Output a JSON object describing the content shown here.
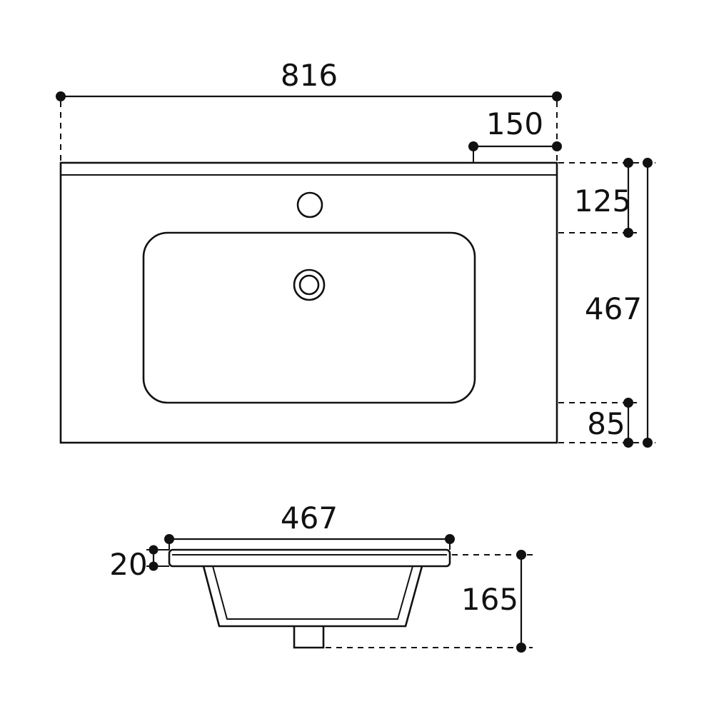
{
  "drawing": {
    "title": "basin-dimension-drawing",
    "line_color": "#111111",
    "background_color": "#ffffff",
    "plan": {
      "overall_width": "816",
      "tap_ledge_right": "150",
      "back_edge_to_basin": "125",
      "overall_depth": "467",
      "basin_to_front_edge": "85"
    },
    "section": {
      "basin_top_width": "467",
      "rim_thickness": "20",
      "basin_depth": "165"
    }
  }
}
